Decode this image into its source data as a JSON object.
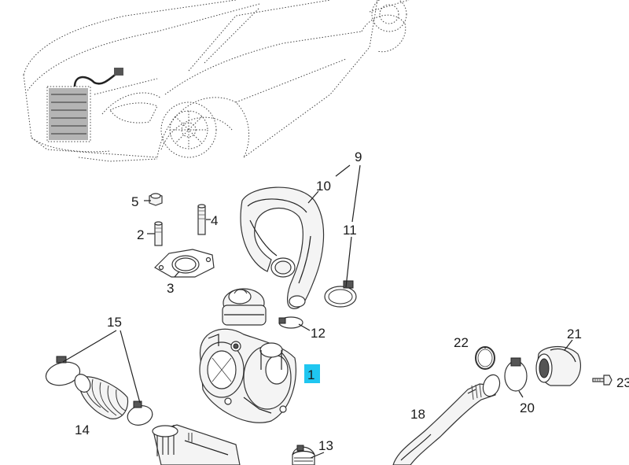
{
  "callouts": [
    {
      "id": "c1",
      "text": "1",
      "highlighted": true
    },
    {
      "id": "c2",
      "text": "2"
    },
    {
      "id": "c3",
      "text": "3"
    },
    {
      "id": "c4",
      "text": "4"
    },
    {
      "id": "c5",
      "text": "5"
    },
    {
      "id": "c9",
      "text": "9"
    },
    {
      "id": "c10",
      "text": "10"
    },
    {
      "id": "c11",
      "text": "11"
    },
    {
      "id": "c12",
      "text": "12"
    },
    {
      "id": "c13",
      "text": "13"
    },
    {
      "id": "c14",
      "text": "14"
    },
    {
      "id": "c15",
      "text": "15"
    },
    {
      "id": "c18",
      "text": "18"
    },
    {
      "id": "c20",
      "text": "20"
    },
    {
      "id": "c21",
      "text": "21"
    },
    {
      "id": "c22",
      "text": "22"
    },
    {
      "id": "c23",
      "text": "23"
    }
  ],
  "colors": {
    "highlight": "#1fc6f0",
    "ink": "#222222",
    "background": "#ffffff"
  }
}
